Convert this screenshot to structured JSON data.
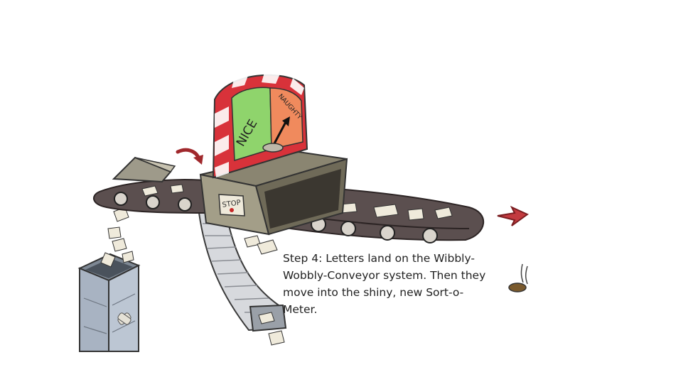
{
  "illustration": {
    "meter": {
      "left_label": "NICE",
      "right_label": "NAUGHTY",
      "left_color": "#8fd46c",
      "right_color": "#f08a5d",
      "frame_color": "#d8323a"
    },
    "box_label": "STOP",
    "conveyor_color": "#5b4f4f",
    "arrow_color": "#b0262d",
    "bin_color": "#a8b3c2"
  },
  "caption": {
    "lines": [
      "Step 4: Letters land on the Wibbly-",
      "Wobbly-Conveyor system. Then they",
      "move into the shiny, new Sort-o-",
      "Meter."
    ]
  }
}
